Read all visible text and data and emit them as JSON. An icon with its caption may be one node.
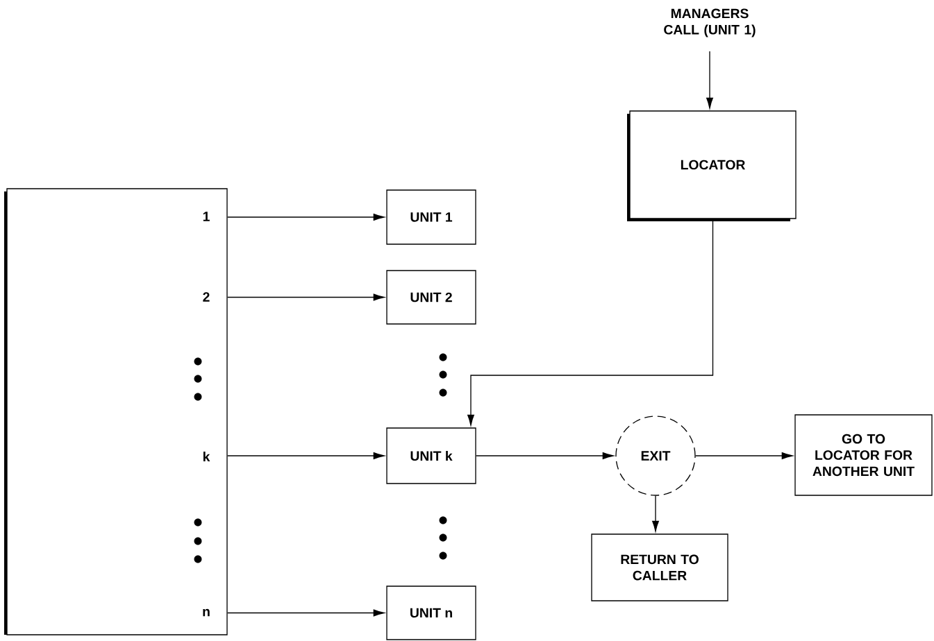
{
  "diagram": {
    "nodes": [
      {
        "text": [
          "1",
          "2",
          "k",
          "n"
        ]
      },
      {
        "text": [
          "UNIT 1"
        ]
      },
      {
        "text": [
          "UNIT 2"
        ]
      },
      {
        "text": [
          "UNIT k"
        ]
      },
      {
        "text": [
          "UNIT n"
        ]
      },
      {
        "text": [
          "MANAGERS CALL (UNIT 1)"
        ]
      },
      {
        "text": [
          "LOCATOR"
        ]
      },
      {
        "text": [
          "EXIT"
        ]
      },
      {
        "text": [
          "GO TO LOCATOR FOR ANOTHER UNIT"
        ]
      },
      {
        "text": [
          "RETURN TO CALLER"
        ]
      }
    ],
    "edges": [
      {
        "from": 0,
        "to": 1,
        "arrow": "to"
      },
      {
        "from": 0,
        "to": 2,
        "arrow": "to"
      },
      {
        "from": 0,
        "to": 3,
        "arrow": "to"
      },
      {
        "from": 0,
        "to": 4,
        "arrow": "to"
      },
      {
        "from": 5,
        "to": 6,
        "arrow": "to"
      },
      {
        "from": 6,
        "to": 3,
        "arrow": "to"
      },
      {
        "from": 3,
        "to": 7,
        "arrow": "to"
      },
      {
        "from": 7,
        "to": 8,
        "arrow": "to"
      },
      {
        "from": 7,
        "to": 9,
        "arrow": "to"
      }
    ]
  }
}
